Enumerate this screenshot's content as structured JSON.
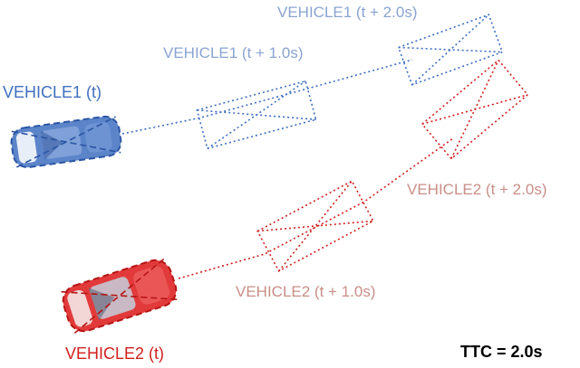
{
  "labels": {
    "v1_t": "VEHICLE1 (t)",
    "v1_t1": "VEHICLE1 (t + 1.0s)",
    "v1_t2": "VEHICLE1 (t + 2.0s)",
    "v2_t": "VEHICLE2 (t)",
    "v2_t1": "VEHICLE2 (t + 1.0s)",
    "v2_t2": "VEHICLE2 (t + 2.0s)",
    "ttc": "TTC = 2.0s"
  },
  "colors": {
    "vehicle1": "#3f6fbf",
    "vehicle1_faded": "#8aa4d1",
    "vehicle1_body": "#5b84c9",
    "vehicle2": "#d21f1f",
    "vehicle2_faded": "#c98e87",
    "vehicle2_body": "#e23a3a",
    "ttc": "#000000"
  }
}
